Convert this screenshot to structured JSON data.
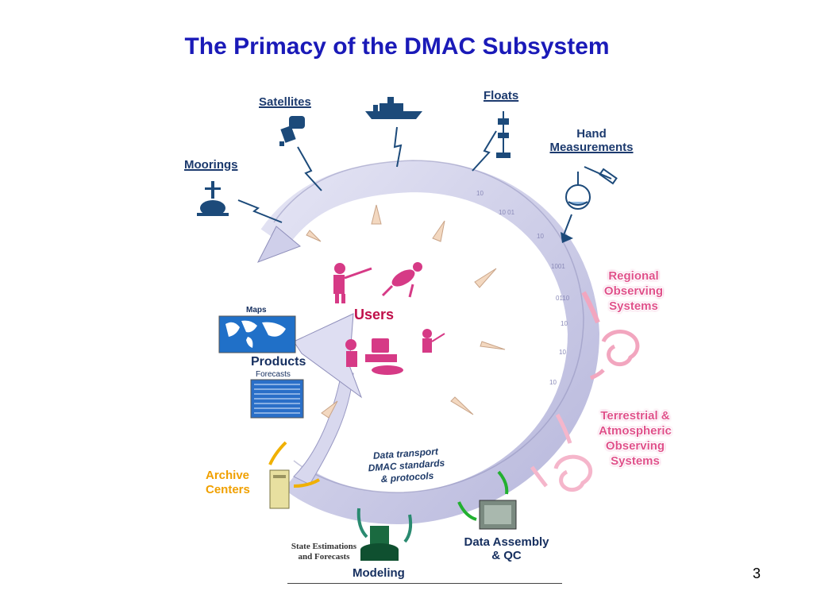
{
  "title": "The Primacy of the DMAC Subsystem",
  "page_number": "3",
  "labels": {
    "satellites": "Satellites",
    "floats": "Floats",
    "hand_line1": "Hand",
    "hand_line2": "Measurements",
    "moorings": "Moorings",
    "users": "Users",
    "maps": "Maps",
    "products": "Products",
    "forecasts": "Forecasts",
    "regional_lines": [
      "Regional",
      "Observing",
      "Systems"
    ],
    "terrestrial_lines": [
      "Terrestrial &",
      "Atmospheric",
      "Observing",
      "Systems"
    ],
    "archive_lines": [
      "Archive",
      "Centers"
    ],
    "data_assembly_lines": [
      "Data Assembly",
      "& QC"
    ],
    "modeling": "Modeling",
    "state_estimations_lines": [
      "State Estimations",
      "and Forecasts"
    ],
    "transport_lines": [
      "Data transport",
      "DMAC standards",
      "& protocols"
    ]
  },
  "colors": {
    "title": "#1a1ab8",
    "ring": "#c9c9e6",
    "instrument": "#1c4a7a",
    "pink": "#e0508a",
    "orange": "#f0a000",
    "green": "#22b030"
  }
}
